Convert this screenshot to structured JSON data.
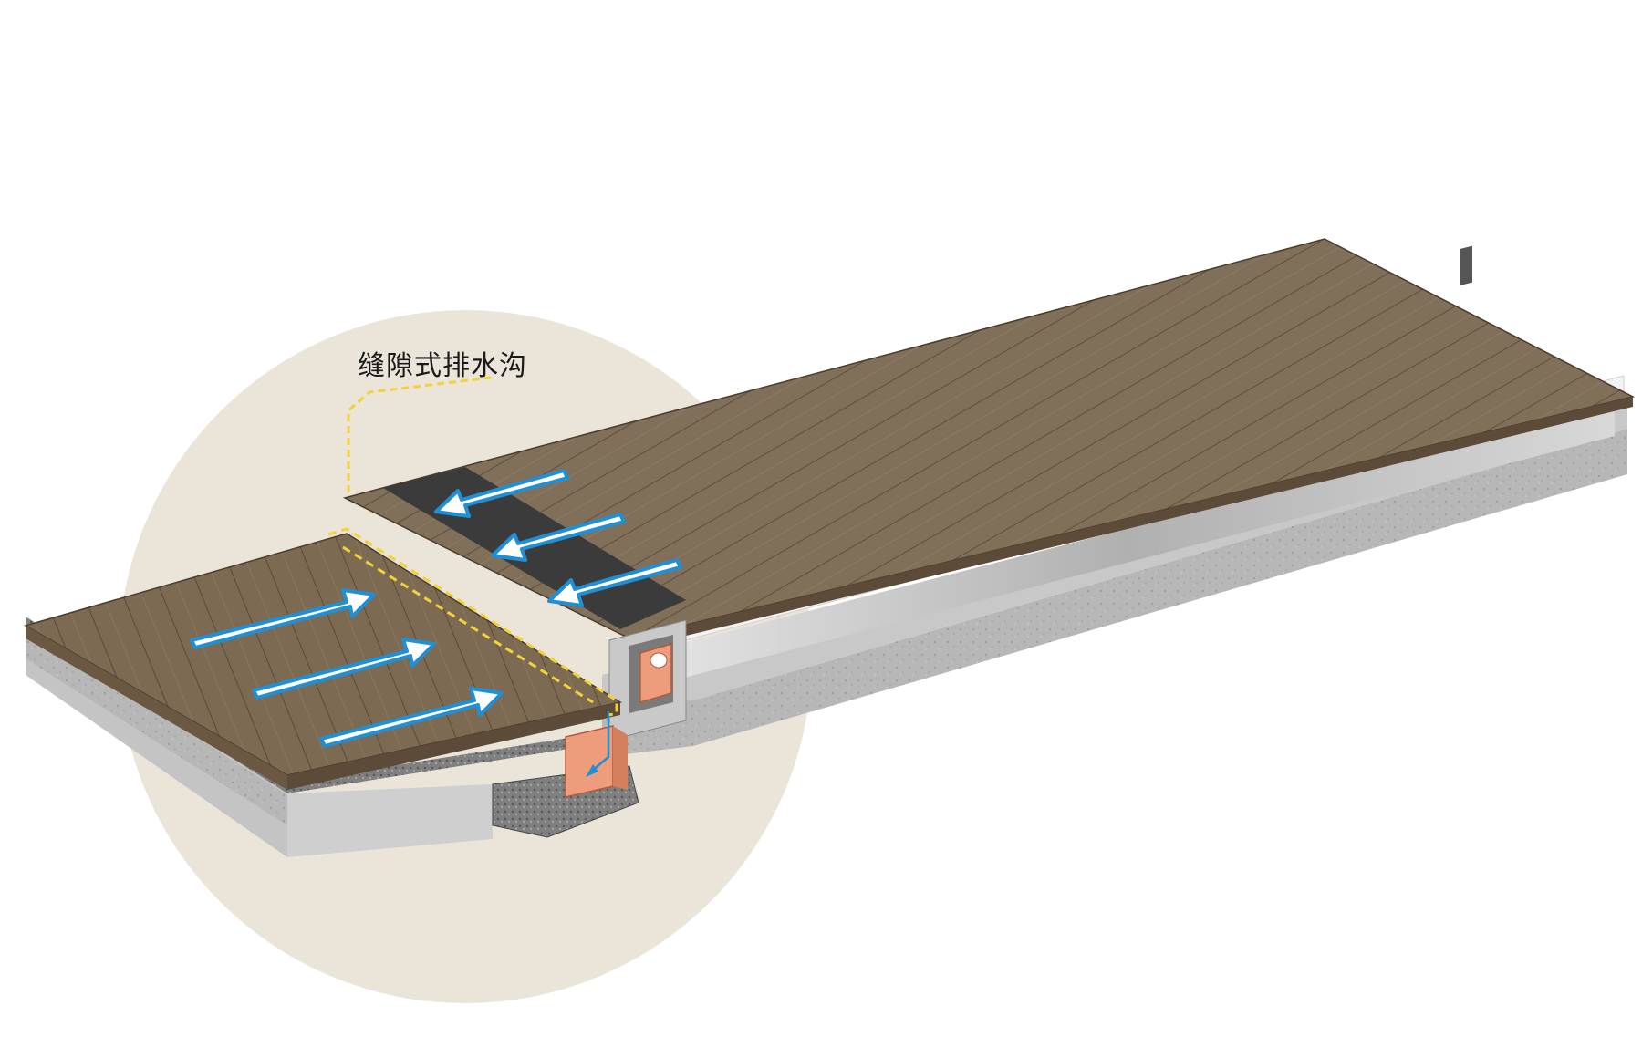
{
  "diagram": {
    "callout": {
      "label": "缝隙式排水沟",
      "leader_color": "#f2d23a"
    },
    "colors": {
      "highlight_circle": "#ebe4d9",
      "wood_top": "#7d6a52",
      "wood_plank_line": "#5a4a38",
      "wood_edge": "#6b5842",
      "concrete": "#b9b9b9",
      "concrete_dark": "#9a9a9a",
      "gravel": "#8e8e8e",
      "membrane": "#3a3a3a",
      "gutter_wall": "#c5c5c5",
      "drain_box": "#ee9d7c",
      "flow_arrow_fill": "#ffffff",
      "flow_arrow_stroke": "#1f8fd6"
    },
    "icons": [
      "flow-arrow",
      "drain-box",
      "slot-drain-gap"
    ]
  }
}
